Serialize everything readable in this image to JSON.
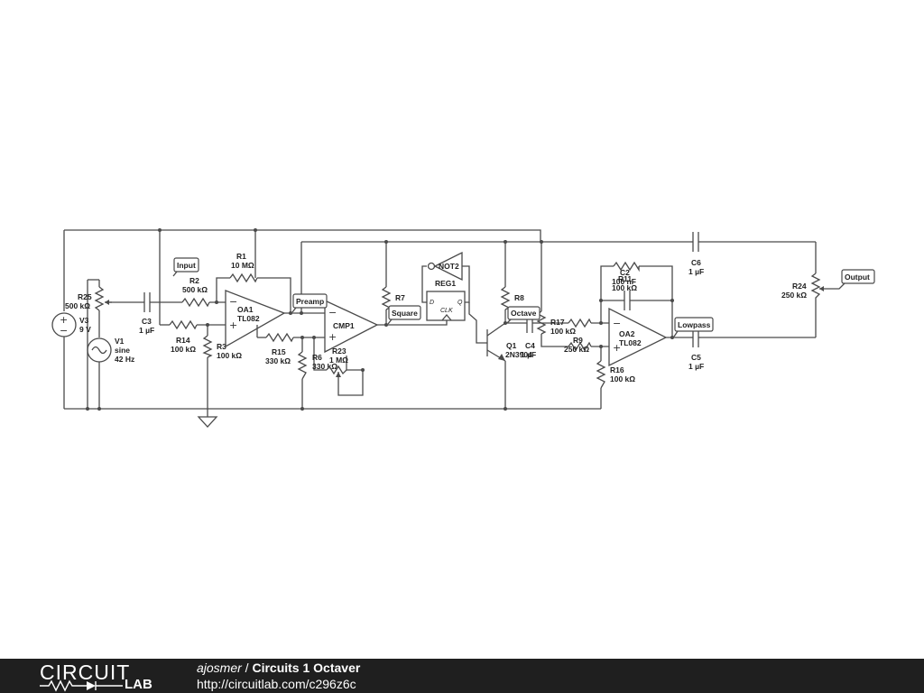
{
  "schematic": {
    "components": {
      "R25": {
        "ref": "R25",
        "value": "500 kΩ"
      },
      "V3": {
        "ref": "V3",
        "value": "9 V"
      },
      "V1": {
        "ref": "V1",
        "type": "sine",
        "value": "42 Hz"
      },
      "C3": {
        "ref": "C3",
        "value": "1 µF"
      },
      "R2": {
        "ref": "R2",
        "value": "500 kΩ"
      },
      "R14": {
        "ref": "R14",
        "value": "100 kΩ"
      },
      "R3": {
        "ref": "R3",
        "value": "100 kΩ"
      },
      "R1": {
        "ref": "R1",
        "value": "10 MΩ"
      },
      "OA1": {
        "ref": "OA1",
        "value": "TL082"
      },
      "R15": {
        "ref": "R15",
        "value": "330 kΩ"
      },
      "R6": {
        "ref": "R6",
        "value": "330 kΩ"
      },
      "R23": {
        "ref": "R23",
        "value": "1 MΩ"
      },
      "CMP1": {
        "ref": "CMP1"
      },
      "R7": {
        "ref": "R7"
      },
      "NOT2": {
        "ref": "NOT2"
      },
      "REG1": {
        "ref": "REG1",
        "pin_d": "D",
        "pin_q": "Q",
        "pin_clk": "CLK"
      },
      "R8": {
        "ref": "R8"
      },
      "Q1": {
        "ref": "Q1",
        "value": "2N3904"
      },
      "C4": {
        "ref": "C4",
        "value": "1 µF"
      },
      "R17": {
        "ref": "R17",
        "value": "100 kΩ"
      },
      "R9": {
        "ref": "R9",
        "value": "250 kΩ"
      },
      "C2": {
        "ref": "C2",
        "value": "100 nF"
      },
      "R11": {
        "ref": "R11",
        "value": "100 kΩ"
      },
      "OA2": {
        "ref": "OA2",
        "value": "TL082"
      },
      "R16": {
        "ref": "R16",
        "value": "100 kΩ"
      },
      "C6": {
        "ref": "C6",
        "value": "1 µF"
      },
      "C5": {
        "ref": "C5",
        "value": "1 µF"
      },
      "R24": {
        "ref": "R24",
        "value": "250 kΩ"
      }
    },
    "nets": {
      "input": "Input",
      "preamp": "Preamp",
      "square": "Square",
      "octave": "Octave",
      "lowpass": "Lowpass",
      "output": "Output"
    }
  },
  "footer": {
    "logo_top": "CIRCUIT",
    "logo_bottom": "LAB",
    "author": "ajosmer",
    "separator": " / ",
    "title": "Circuits 1 Octaver",
    "url": "http://circuitlab.com/c296z6c"
  }
}
